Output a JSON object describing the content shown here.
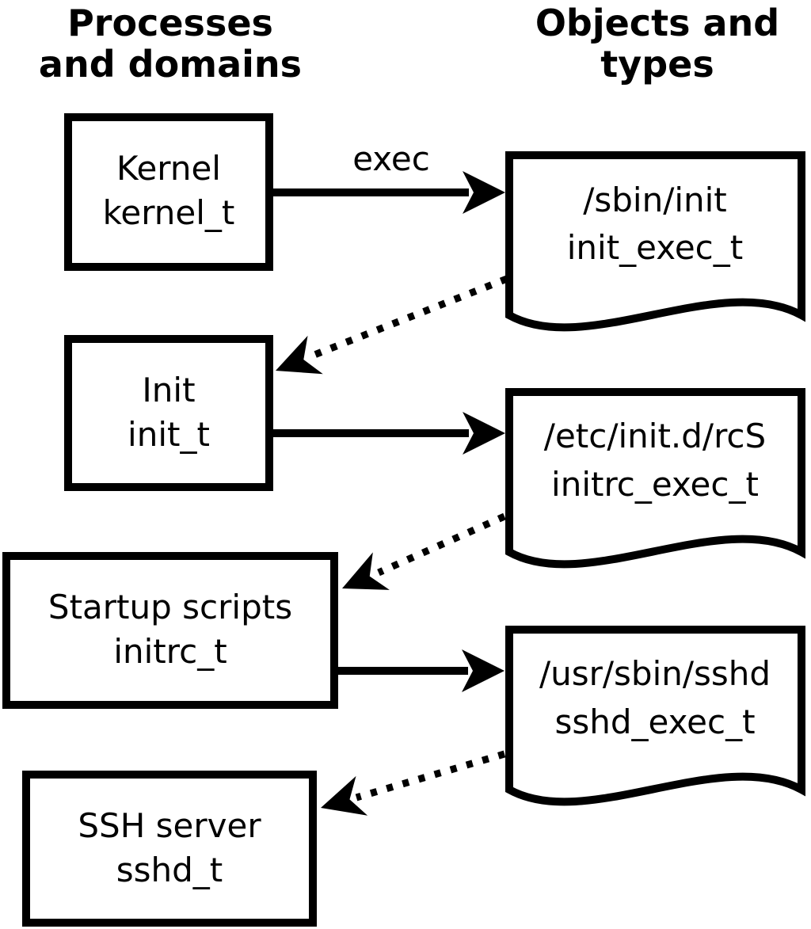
{
  "diagram": {
    "columns": {
      "left": {
        "line1": "Processes",
        "line2": "and domains"
      },
      "right": {
        "line1": "Objects and",
        "line2": "types"
      }
    },
    "processes": [
      {
        "label": "Kernel",
        "type": "kernel_t"
      },
      {
        "label": "Init",
        "type": "init_t"
      },
      {
        "label": "Startup scripts",
        "type": "initrc_t"
      },
      {
        "label": "SSH server",
        "type": "sshd_t"
      }
    ],
    "objects": [
      {
        "path": "/sbin/init",
        "type": "init_exec_t"
      },
      {
        "path": "/etc/init.d/rcS",
        "type": "initrc_exec_t"
      },
      {
        "path": "/usr/sbin/sshd",
        "type": "sshd_exec_t"
      }
    ],
    "arrows": {
      "exec_label": "exec"
    },
    "colors": {
      "ink": "#000000",
      "paper": "#ffffff"
    }
  }
}
